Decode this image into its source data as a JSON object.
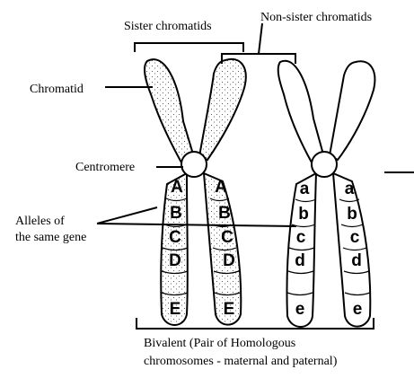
{
  "labels": {
    "sister_chromatids": "Sister chromatids",
    "non_sister_chromatids": "Non-sister chromatids",
    "chromatid": "Chromatid",
    "centromere": "Centromere",
    "alleles_line1": "Alleles of",
    "alleles_line2": "the same gene",
    "bivalent_line1": "Bivalent (Pair of Homologous",
    "bivalent_line2": "chromosomes - maternal and paternal)"
  },
  "left_chromosome_alleles": [
    "A",
    "B",
    "C",
    "D",
    "E"
  ],
  "right_chromosome_alleles": [
    "a",
    "b",
    "c",
    "d",
    "e"
  ],
  "colors": {
    "outline": "#000000",
    "background": "#ffffff",
    "stipple": "#333333"
  }
}
